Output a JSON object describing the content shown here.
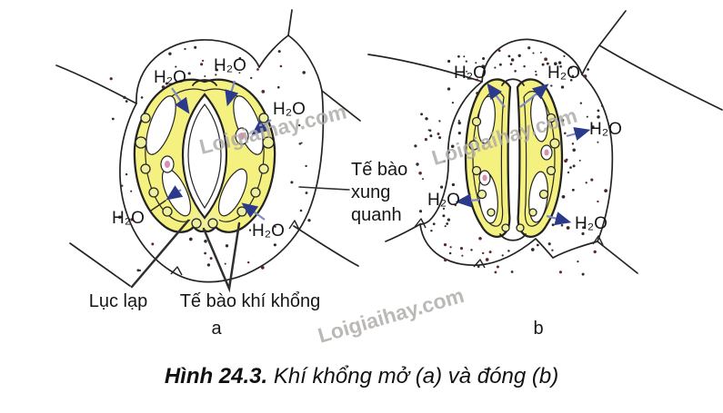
{
  "labels": {
    "h2o": "H₂O",
    "surrounding_cell": {
      "line1": "Tế bào",
      "line2": "xung",
      "line3": "quanh"
    },
    "chloroplast": "Lục lạp",
    "guard_cells": "Tế bào khí khổng"
  },
  "panel_a": {
    "letter": "a"
  },
  "panel_b": {
    "letter": "b"
  },
  "caption": {
    "number": "Hình 24.3.",
    "text": " Khí khổng mở (a) và đóng (b)"
  },
  "watermark": {
    "text": "Loigiaihay.com"
  },
  "colors": {
    "outline": "#242424",
    "guard_cell_fill": "#f5f180",
    "pore_fill": "#ffffff",
    "arrow_shaft": "#7d8ac6",
    "arrow_head": "#2c3a8c",
    "chloroplast_fill": "#eef0a0",
    "nucleus_pink": "#d78fb4",
    "watermark_gray": "#b0adaa",
    "label_text": "#161616",
    "background": "#ffffff"
  }
}
